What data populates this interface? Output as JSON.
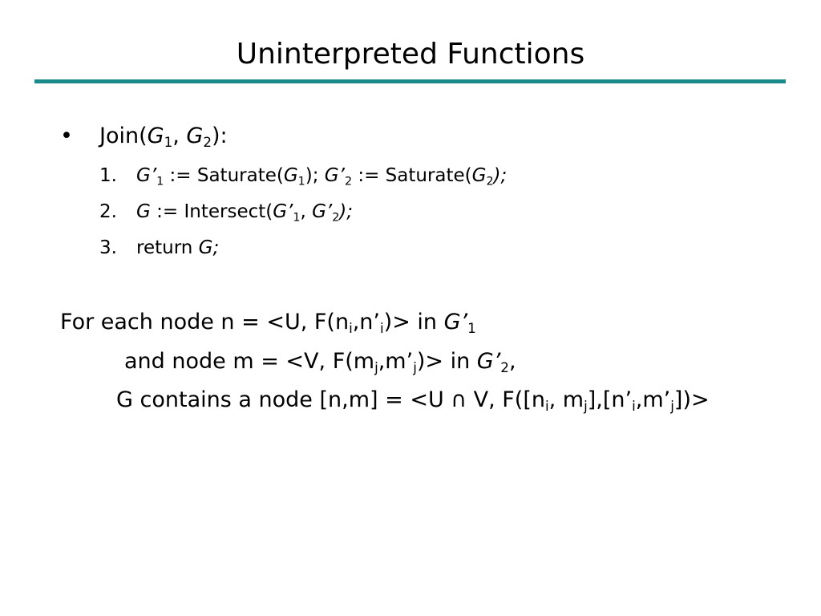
{
  "slide": {
    "title": "Uninterpreted Functions",
    "accent_color": "#1a8a8a",
    "bullet_glyph": "•"
  },
  "join": {
    "name": "Join(",
    "g": "G",
    "sub1": "1",
    "sep": ", ",
    "sub2": "2",
    "close": "):"
  },
  "steps": [
    {
      "num": "1."
    },
    {
      "num": "2."
    },
    {
      "num": "3."
    }
  ],
  "step1": {
    "gp": "G’",
    "s1": "1",
    "assign": " := Saturate(",
    "g": "G",
    "close_semi": "); ",
    "gp2": "G’",
    "s2": "2",
    "assign2": " := Saturate(",
    "g2": "G",
    "close2": ");",
    "sub_one": "1",
    "sub_two": "2"
  },
  "step2": {
    "g": "G",
    "assign": " := Intersect(",
    "gp": "G’",
    "s1": "1",
    "sep": ", ",
    "gp2": "G’",
    "s2": "2",
    "close": ");"
  },
  "step3": {
    "kw": "return ",
    "g": "G;"
  },
  "para": {
    "l1_a": "For each node n = <U, F(n",
    "l1_i": "i",
    "l1_b": ",n’",
    "l1_i2": "i",
    "l1_c": ")> in ",
    "l1_gp": "G’",
    "l1_s": "1",
    "l2_a": "and node m = <V, F(m",
    "l2_j": "j",
    "l2_b": ",m’",
    "l2_j2": "j",
    "l2_c": ")> in ",
    "l2_gp": "G’",
    "l2_s": "2",
    "l2_d": ",",
    "l3_a": "G contains a node [n,m] = <U ∩ V, F([n",
    "l3_i": "i",
    "l3_b": ", m",
    "l3_j": "j",
    "l3_c": "],[n’",
    "l3_i2": "i",
    "l3_d": ",m’",
    "l3_j2": "j",
    "l3_e": "])>"
  }
}
